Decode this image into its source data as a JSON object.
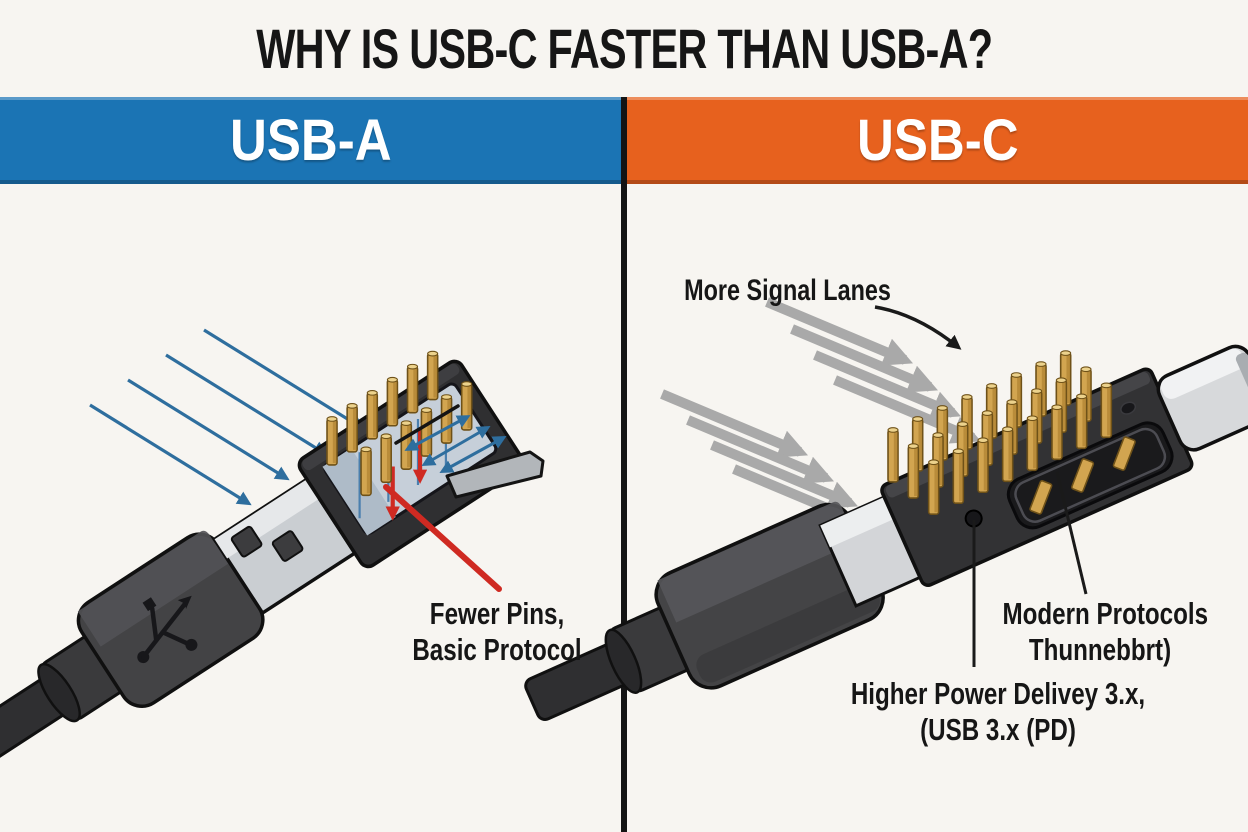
{
  "title": "WHY IS USB-C FASTER THAN USB-A?",
  "panels": {
    "usb_a": {
      "header": "USB-A",
      "callout": {
        "line1": "Fewer Pins,",
        "line2": "Basic Protocol"
      }
    },
    "usb_c": {
      "header": "USB-C",
      "signal_callout": "More Signal Lanes",
      "protocol_callout": {
        "line1": "Modern Protocols",
        "line2": "Thunnebbrt)"
      },
      "power_callout": {
        "line1": "Higher Power Delivey 3.x,",
        "line2": "(USB 3.x (PD)"
      }
    }
  },
  "theme": {
    "bg": "#f7f5f1",
    "ink": "#161616",
    "blue-header": "#1b74b4",
    "orange-header": "#e7611e",
    "header-text": "#ffffff",
    "blue-arrow": "#2e6e9e",
    "gray-arrow": "#a9a9a9",
    "red-accent": "#cf2a22",
    "gold": "#d2a550",
    "gold-dark": "#a87c2b",
    "gold-light": "#ecd28c"
  }
}
